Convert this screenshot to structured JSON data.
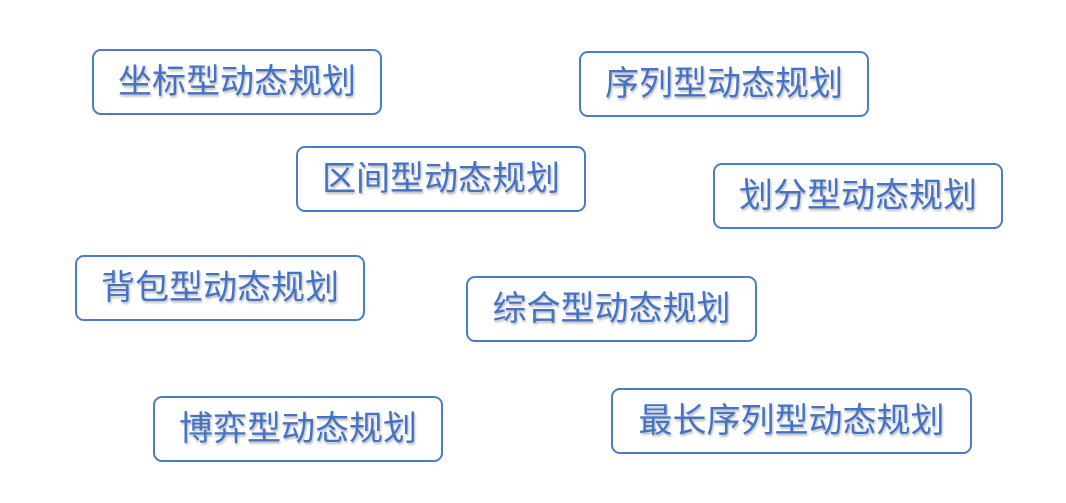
{
  "items": [
    {
      "label": "坐标型动态规划"
    },
    {
      "label": "序列型动态规划"
    },
    {
      "label": "区间型动态规划"
    },
    {
      "label": "划分型动态规划"
    },
    {
      "label": "背包型动态规划"
    },
    {
      "label": "综合型动态规划"
    },
    {
      "label": "博弈型动态规划"
    },
    {
      "label": "最长序列型动态规划"
    }
  ],
  "colors": {
    "border": "#4a7cc7",
    "text": "#4472c4",
    "background": "#ffffff"
  }
}
